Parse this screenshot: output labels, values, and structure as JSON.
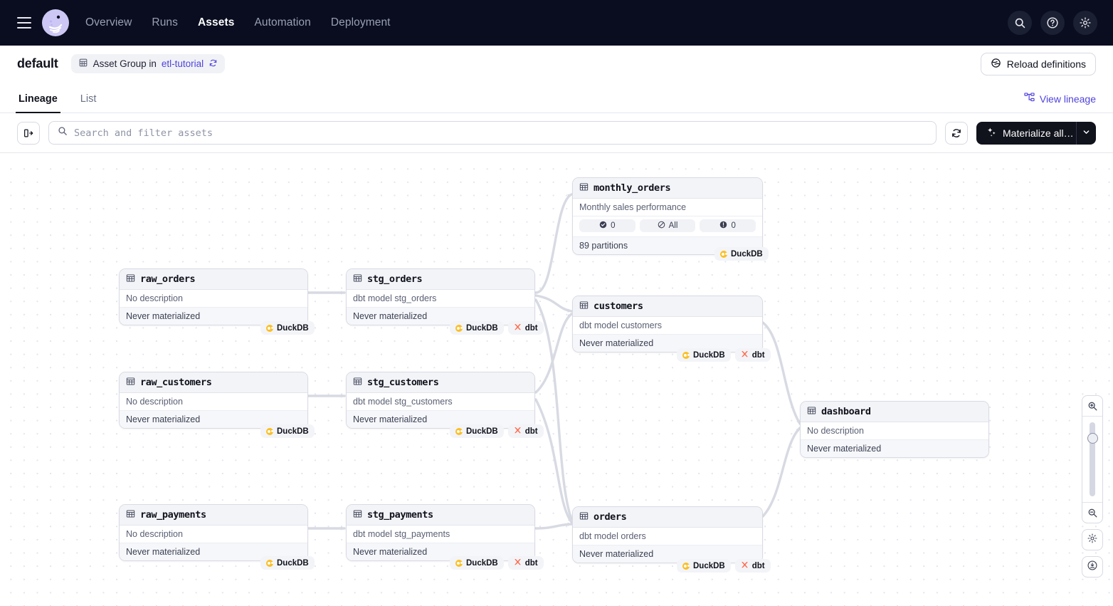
{
  "topnav": {
    "menu_icon": "hamburger-icon",
    "logo": "dagster-logo",
    "links": [
      {
        "label": "Overview",
        "active": false
      },
      {
        "label": "Runs",
        "active": false
      },
      {
        "label": "Assets",
        "active": true
      },
      {
        "label": "Automation",
        "active": false
      },
      {
        "label": "Deployment",
        "active": false
      }
    ],
    "actions": [
      {
        "name": "search-icon"
      },
      {
        "name": "help-icon"
      },
      {
        "name": "gear-icon"
      }
    ]
  },
  "header": {
    "title": "default",
    "badge_prefix": "Asset Group in",
    "badge_link": "etl-tutorial",
    "badge_icon": "asset-group-icon",
    "badge_refresh_icon": "refresh-icon",
    "reload_label": "Reload definitions",
    "reload_icon": "reload-icon"
  },
  "tabs": {
    "items": [
      {
        "label": "Lineage",
        "active": true
      },
      {
        "label": "List",
        "active": false
      }
    ],
    "view_lineage_label": "View lineage",
    "view_lineage_icon": "lineage-graph-icon"
  },
  "toolbar": {
    "panel_toggle_icon": "sidebar-toggle-icon",
    "search_placeholder": "Search and filter assets",
    "search_value": "",
    "search_icon": "search-icon",
    "refresh_icon": "refresh-icon",
    "materialize_label": "Materialize all…",
    "materialize_icon": "sparkle-icon",
    "materialize_caret_icon": "chevron-down-icon"
  },
  "graph": {
    "node_icon": "asset-table-icon",
    "nodes": [
      {
        "id": "monthly_orders",
        "name": "monthly_orders",
        "description": "Monthly sales performance",
        "partitions": "89 partitions",
        "stats": [
          {
            "icon": "check-circle-icon",
            "value": "0"
          },
          {
            "icon": "no-entry-icon",
            "value": "All"
          },
          {
            "icon": "exclamation-circle-icon",
            "value": "0"
          }
        ],
        "tags": [
          "DuckDB"
        ]
      },
      {
        "id": "raw_orders",
        "name": "raw_orders",
        "description": "No description",
        "status": "Never materialized",
        "tags": [
          "DuckDB"
        ]
      },
      {
        "id": "stg_orders",
        "name": "stg_orders",
        "description": "dbt model stg_orders",
        "status": "Never materialized",
        "tags": [
          "DuckDB",
          "dbt"
        ]
      },
      {
        "id": "customers",
        "name": "customers",
        "description": "dbt model customers",
        "status": "Never materialized",
        "tags": [
          "DuckDB",
          "dbt"
        ]
      },
      {
        "id": "raw_customers",
        "name": "raw_customers",
        "description": "No description",
        "status": "Never materialized",
        "tags": [
          "DuckDB"
        ]
      },
      {
        "id": "stg_customers",
        "name": "stg_customers",
        "description": "dbt model stg_customers",
        "status": "Never materialized",
        "tags": [
          "DuckDB",
          "dbt"
        ]
      },
      {
        "id": "dashboard",
        "name": "dashboard",
        "description": "No description",
        "status": "Never materialized",
        "tags": []
      },
      {
        "id": "raw_payments",
        "name": "raw_payments",
        "description": "No description",
        "status": "Never materialized",
        "tags": [
          "DuckDB"
        ]
      },
      {
        "id": "stg_payments",
        "name": "stg_payments",
        "description": "dbt model stg_payments",
        "status": "Never materialized",
        "tags": [
          "DuckDB",
          "dbt"
        ]
      },
      {
        "id": "orders",
        "name": "orders",
        "description": "dbt model orders",
        "status": "Never materialized",
        "tags": [
          "DuckDB",
          "dbt"
        ]
      }
    ]
  },
  "zoom_controls": {
    "zoom_in_icon": "zoom-in-icon",
    "zoom_out_icon": "zoom-out-icon",
    "settings_icon": "gear-icon",
    "fit_icon": "zoom-to-fit-icon",
    "slider_name": "zoom-slider"
  },
  "colors": {
    "nav_bg": "#090d1f",
    "accent": "#4f43dd",
    "primary_button": "#10121c",
    "duckdb": "#fbbf24",
    "dbt": "#ff694a"
  }
}
